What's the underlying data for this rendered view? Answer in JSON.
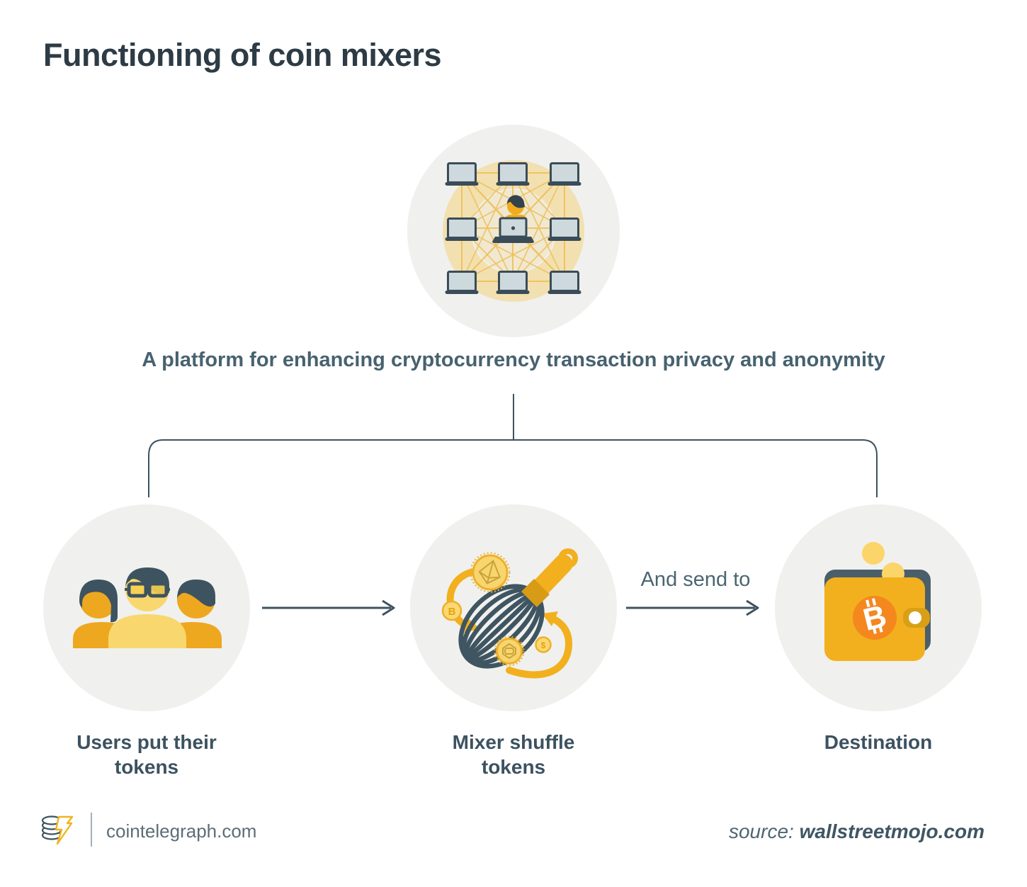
{
  "header": {
    "title": "Functioning of coin mixers"
  },
  "platform": {
    "caption": "A platform for enhancing cryptocurrency transaction privacy and anonymity",
    "icon": "mixer-network-icon"
  },
  "flow": {
    "arrow_label": "And send to",
    "steps": [
      {
        "id": "users",
        "label": "Users put their tokens",
        "icon": "users-group-icon"
      },
      {
        "id": "mixer",
        "label": "Mixer shuffle tokens",
        "icon": "whisk-mixer-icon"
      },
      {
        "id": "destination",
        "label": "Destination",
        "icon": "bitcoin-wallet-icon"
      }
    ]
  },
  "footer": {
    "brand": "cointelegraph.com",
    "brand_icon": "cointelegraph-logo",
    "source_label": "source:",
    "source_value": "wallstreetmojo.com"
  },
  "colors": {
    "background": "#ffffff",
    "title_text": "#2d3b45",
    "slate_text": "#47626f",
    "illustration_slate": "#3e5360",
    "circle_background": "#f0f0ee",
    "yellow_primary": "#f2b01e",
    "yellow_light": "#f8d76e",
    "orange_accent": "#f5871f",
    "mesh_yellow": "#eec25b"
  }
}
